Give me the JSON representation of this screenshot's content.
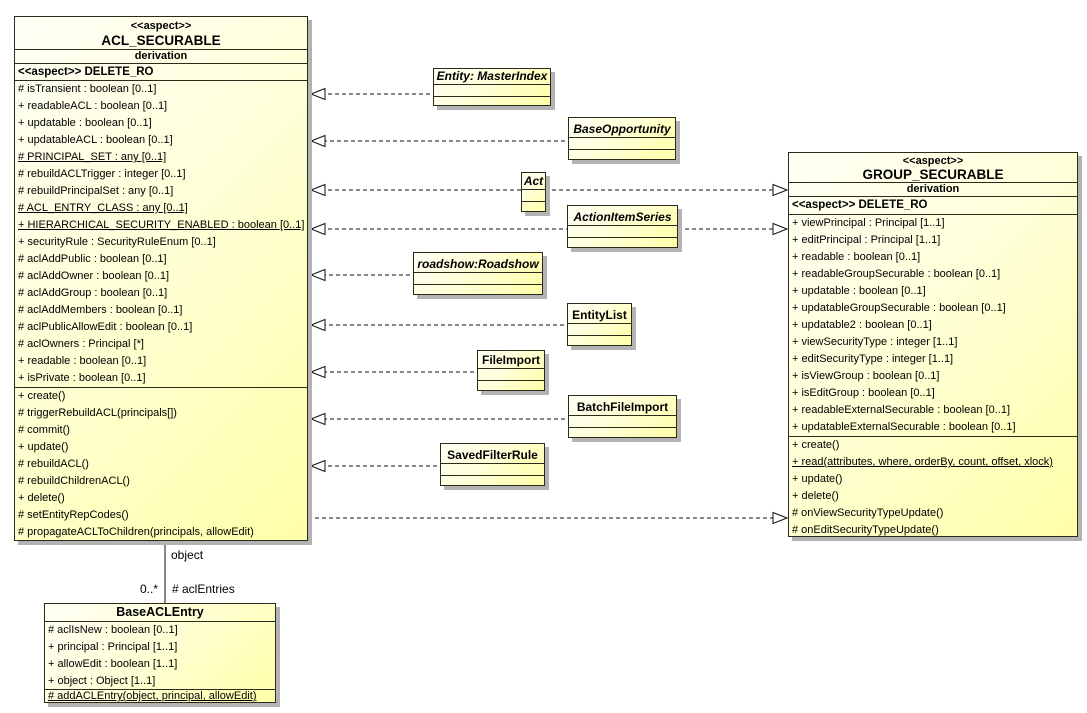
{
  "classes": {
    "acl": {
      "stereotype": "<<aspect>>",
      "name": "ACL_SECURABLE",
      "compartment2": "derivation",
      "compartment3": "<<aspect>> DELETE_RO",
      "attributes": [
        {
          "t": "# isTransient : boolean [0..1]",
          "u": false
        },
        {
          "t": "+ readableACL : boolean [0..1]",
          "u": false
        },
        {
          "t": "+ updatable : boolean [0..1]",
          "u": false
        },
        {
          "t": "+ updatableACL : boolean [0..1]",
          "u": false
        },
        {
          "t": "# PRINCIPAL_SET : any [0..1]",
          "u": true
        },
        {
          "t": "# rebuildACLTrigger : integer [0..1]",
          "u": false
        },
        {
          "t": "# rebuildPrincipalSet : any [0..1]",
          "u": false
        },
        {
          "t": "# ACL_ENTRY_CLASS : any [0..1]",
          "u": true
        },
        {
          "t": "+ HIERARCHICAL_SECURITY_ENABLED : boolean [0..1]",
          "u": true
        },
        {
          "t": "+ securityRule : SecurityRuleEnum [0..1]",
          "u": false
        },
        {
          "t": "# aclAddPublic : boolean [0..1]",
          "u": false
        },
        {
          "t": "# aclAddOwner : boolean [0..1]",
          "u": false
        },
        {
          "t": "# aclAddGroup : boolean [0..1]",
          "u": false
        },
        {
          "t": "# aclAddMembers : boolean [0..1]",
          "u": false
        },
        {
          "t": "# aclPublicAllowEdit : boolean [0..1]",
          "u": false
        },
        {
          "t": "# aclOwners : Principal [*]",
          "u": false
        },
        {
          "t": "+ readable : boolean [0..1]",
          "u": false
        },
        {
          "t": "+ isPrivate : boolean [0..1]",
          "u": false
        }
      ],
      "operations": [
        {
          "t": "+ create()",
          "u": false
        },
        {
          "t": "# triggerRebuildACL(principals[])",
          "u": false
        },
        {
          "t": "# commit()",
          "u": false
        },
        {
          "t": "+ update()",
          "u": false
        },
        {
          "t": "# rebuildACL()",
          "u": false
        },
        {
          "t": "# rebuildChildrenACL()",
          "u": false
        },
        {
          "t": "+ delete()",
          "u": false
        },
        {
          "t": "# setEntityRepCodes()",
          "u": false
        },
        {
          "t": "# propagateACLToChildren(principals, allowEdit)",
          "u": false
        }
      ]
    },
    "group": {
      "stereotype": "<<aspect>>",
      "name": "GROUP_SECURABLE",
      "compartment2": "derivation",
      "compartment3": "<<aspect>> DELETE_RO",
      "attributes": [
        {
          "t": "+ viewPrincipal : Principal [1..1]",
          "u": false
        },
        {
          "t": "+ editPrincipal : Principal [1..1]",
          "u": false
        },
        {
          "t": "+ readable : boolean [0..1]",
          "u": false
        },
        {
          "t": "+ readableGroupSecurable : boolean [0..1]",
          "u": false
        },
        {
          "t": "+ updatable : boolean [0..1]",
          "u": false
        },
        {
          "t": "+ updatableGroupSecurable : boolean [0..1]",
          "u": false
        },
        {
          "t": "+ updatable2 : boolean [0..1]",
          "u": false
        },
        {
          "t": "+ viewSecurityType : integer [1..1]",
          "u": false
        },
        {
          "t": "+ editSecurityType : integer [1..1]",
          "u": false
        },
        {
          "t": "+ isViewGroup : boolean [0..1]",
          "u": false
        },
        {
          "t": "+ isEditGroup : boolean [0..1]",
          "u": false
        },
        {
          "t": "+ readableExternalSecurable : boolean [0..1]",
          "u": false
        },
        {
          "t": "+ updatableExternalSecurable : boolean [0..1]",
          "u": false
        }
      ],
      "operations": [
        {
          "t": "+ create()",
          "u": false
        },
        {
          "t": "+ read(attributes, where, orderBy, count, offset, xlock)",
          "u": true
        },
        {
          "t": "+ update()",
          "u": false
        },
        {
          "t": "+ delete()",
          "u": false
        },
        {
          "t": "# onViewSecurityTypeUpdate()",
          "u": false
        },
        {
          "t": "# onEditSecurityTypeUpdate()",
          "u": false
        }
      ]
    },
    "baseaclentry": {
      "name": "BaseACLEntry",
      "attributes": [
        {
          "t": "# aclIsNew : boolean [0..1]",
          "u": false
        },
        {
          "t": "+ principal : Principal [1..1]",
          "u": false
        },
        {
          "t": "+ allowEdit : boolean [1..1]",
          "u": false
        },
        {
          "t": "+ object : Object [1..1]",
          "u": false
        }
      ],
      "operations": [
        {
          "t": "# addACLEntry(object, principal, allowEdit)",
          "u": true
        }
      ]
    }
  },
  "realizing": [
    {
      "name": "Entity: MasterIndex"
    },
    {
      "name": "BaseOpportunity"
    },
    {
      "name": "Act"
    },
    {
      "name": "ActionItemSeries"
    },
    {
      "name": "roadshow:Roadshow"
    },
    {
      "name": "EntityList"
    },
    {
      "name": "FileImport"
    },
    {
      "name": "BatchFileImport"
    },
    {
      "name": "SavedFilterRule"
    }
  ],
  "association": {
    "source_role": "object",
    "target_multiplicity": "0..*",
    "target_role": "# aclEntries"
  },
  "colors": {
    "fill-light": "#fffff6",
    "fill-mid": "#ffffd8",
    "fill-dark": "#ffffa8",
    "border": "#2b2b1a",
    "shadow": "#b3b3b3",
    "line": "#111111",
    "bg": "#ffffff",
    "text": "#000000"
  }
}
